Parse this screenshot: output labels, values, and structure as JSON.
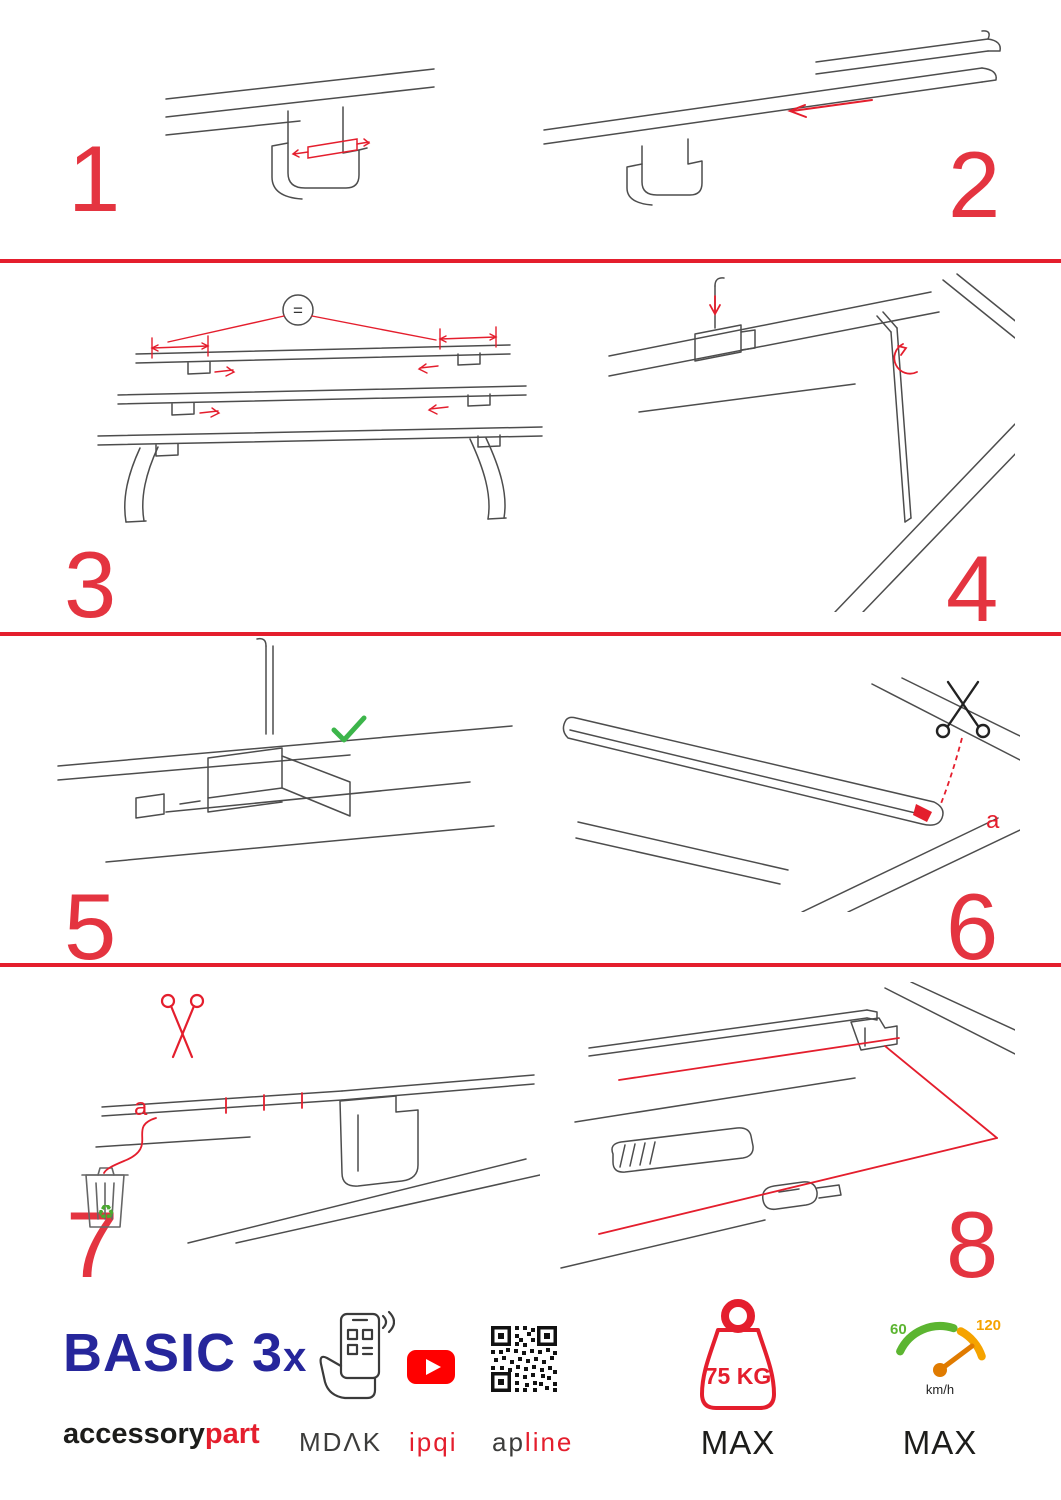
{
  "steps": [
    {
      "number": "1"
    },
    {
      "number": "2"
    },
    {
      "number": "3",
      "equal_sign": "="
    },
    {
      "number": "4"
    },
    {
      "number": "5"
    },
    {
      "number": "6",
      "cut_label": "a"
    },
    {
      "number": "7",
      "cut_label": "a"
    },
    {
      "number": "8"
    }
  ],
  "icons": {
    "recycle": "♻"
  },
  "footer": {
    "logo": {
      "main": "BASIC 3",
      "sub": "x"
    },
    "brand": {
      "black": "accessory",
      "red": "part"
    },
    "mdak": "MDΛK",
    "ipqi": "ipqi",
    "apline": {
      "black": "ap",
      "red": "line"
    },
    "weight": {
      "value": "75 KG",
      "max": "MAX"
    },
    "speed": {
      "low": "60",
      "high": "120",
      "unit": "km/h",
      "max": "MAX"
    }
  },
  "colors": {
    "accent_red": "#e41e2d",
    "check_green": "#3cb54a",
    "logo_navy": "#26269b",
    "youtube_red": "#ff0000",
    "gauge_green": "#5cb531",
    "gauge_orange": "#f5a300"
  }
}
